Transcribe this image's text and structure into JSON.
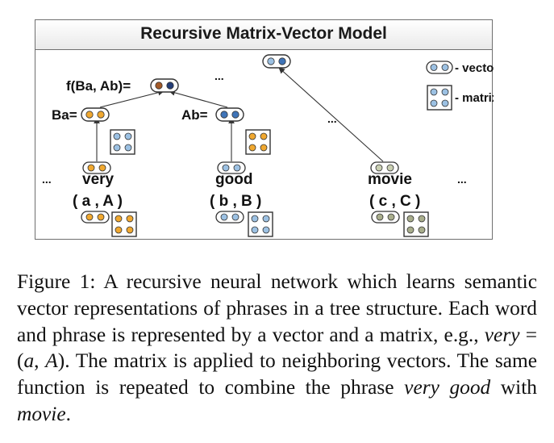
{
  "figure": {
    "title": "Recursive Matrix-Vector Model",
    "legend": {
      "vector_label": "- vector",
      "matrix_label": "- matrix"
    },
    "nodes": {
      "root_top_ellipsis": "...",
      "combined_label": "f(Ba, Ab)=",
      "ba_label": "Ba=",
      "ab_label": "Ab=",
      "right_ellipsis": "...",
      "left_edge_ellipsis": "...",
      "right_edge_ellipsis": "..."
    },
    "words": [
      {
        "word": "very",
        "pair": "( a , A )"
      },
      {
        "word": "good",
        "pair": "( b , B )"
      },
      {
        "word": "movie",
        "pair": "( c , C )"
      }
    ],
    "colors": {
      "orange": "#f0a830",
      "blue": "#3f74b8",
      "light_blue": "#9cc1e3",
      "green_gray": "#a8ad8c",
      "brown": "#a35a28",
      "navy": "#243e78",
      "outline": "#333333"
    }
  },
  "caption": {
    "prefix": "Figure 1:  A recursive neural network which learns semantic vector representations of phrases in a tree structure.  Each word and phrase is represented by a vector and a matrix, e.g., ",
    "ex_word": "very",
    "ex_eq": " = (",
    "ex_a": "a",
    "ex_comma": ", ",
    "ex_A": "A",
    "ex_close": ").  The matrix is applied to neighboring vectors. The same function is repeated to combine the phrase ",
    "phrase": "very good",
    "with": " with ",
    "movie": "movie",
    "end": "."
  }
}
